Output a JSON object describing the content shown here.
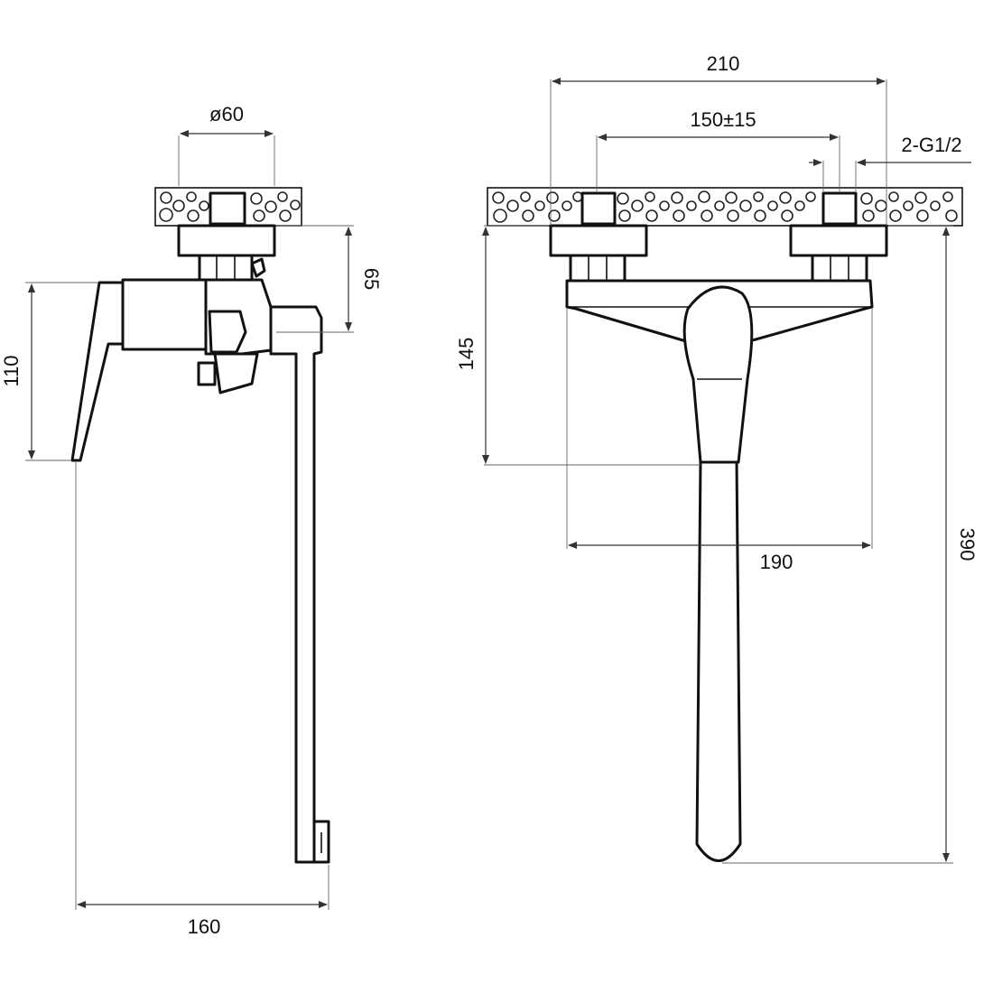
{
  "dimensions": {
    "side_wall_plate_diameter": "ø60",
    "side_wall_offset": "65",
    "side_handle_height": "110",
    "side_spout_reach": "160",
    "front_overall_width": "210",
    "front_inlet_spacing": "150±15",
    "front_inlet_thread": "2-G1/2",
    "front_handle_depth": "145",
    "front_body_width": "190",
    "front_total_height": "390"
  },
  "colors": {
    "line": "#111111",
    "background": "#ffffff"
  }
}
